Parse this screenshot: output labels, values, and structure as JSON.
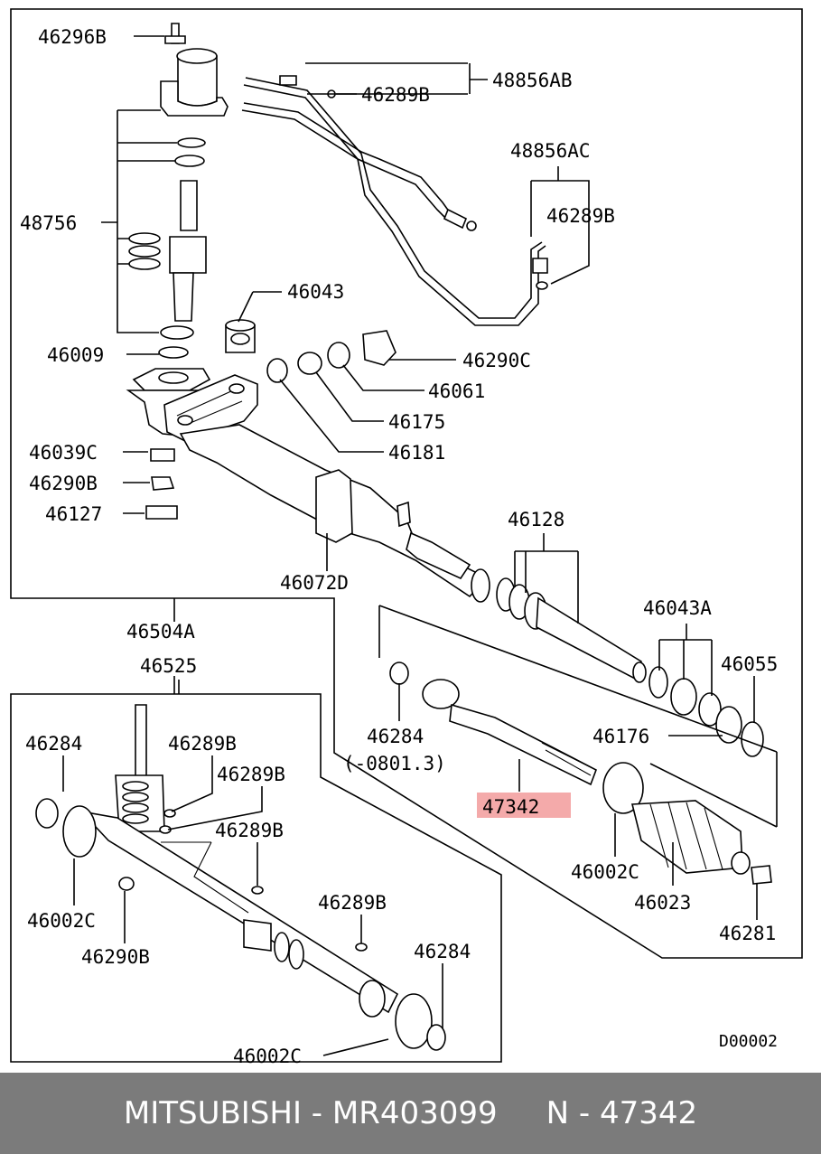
{
  "labels": {
    "l_46296B": "46296B",
    "l_46289B_top": "46289B",
    "l_48856AB": "48856AB",
    "l_48856AC": "48856AC",
    "l_46289B_right": "46289B",
    "l_48756": "48756",
    "l_46043": "46043",
    "l_46009": "46009",
    "l_46290C": "46290C",
    "l_46061": "46061",
    "l_46175": "46175",
    "l_46181": "46181",
    "l_46039C": "46039C",
    "l_46290B_top": "46290B",
    "l_46127": "46127",
    "l_46128": "46128",
    "l_46072D": "46072D",
    "l_46504A": "46504A",
    "l_46043A": "46043A",
    "l_46525": "46525",
    "l_46055": "46055",
    "l_46284_mid": "46284",
    "l_date_range": "(-0801.3)",
    "l_46176": "46176",
    "l_47342": "47342",
    "l_46284_left": "46284",
    "l_46289B_a": "46289B",
    "l_46289B_b": "46289B",
    "l_46289B_c": "46289B",
    "l_46289B_d": "46289B",
    "l_46002C_right": "46002C",
    "l_46023": "46023",
    "l_46281": "46281",
    "l_46002C_left": "46002C",
    "l_46290B_bottom": "46290B",
    "l_46284_bottom": "46284",
    "l_46002C_bottom": "46002C",
    "l_drawing_code": "D00002"
  },
  "highlight_color": "#f4aaaa",
  "footer": {
    "text": "MITSUBISHI - MR403099     N - 47342"
  }
}
